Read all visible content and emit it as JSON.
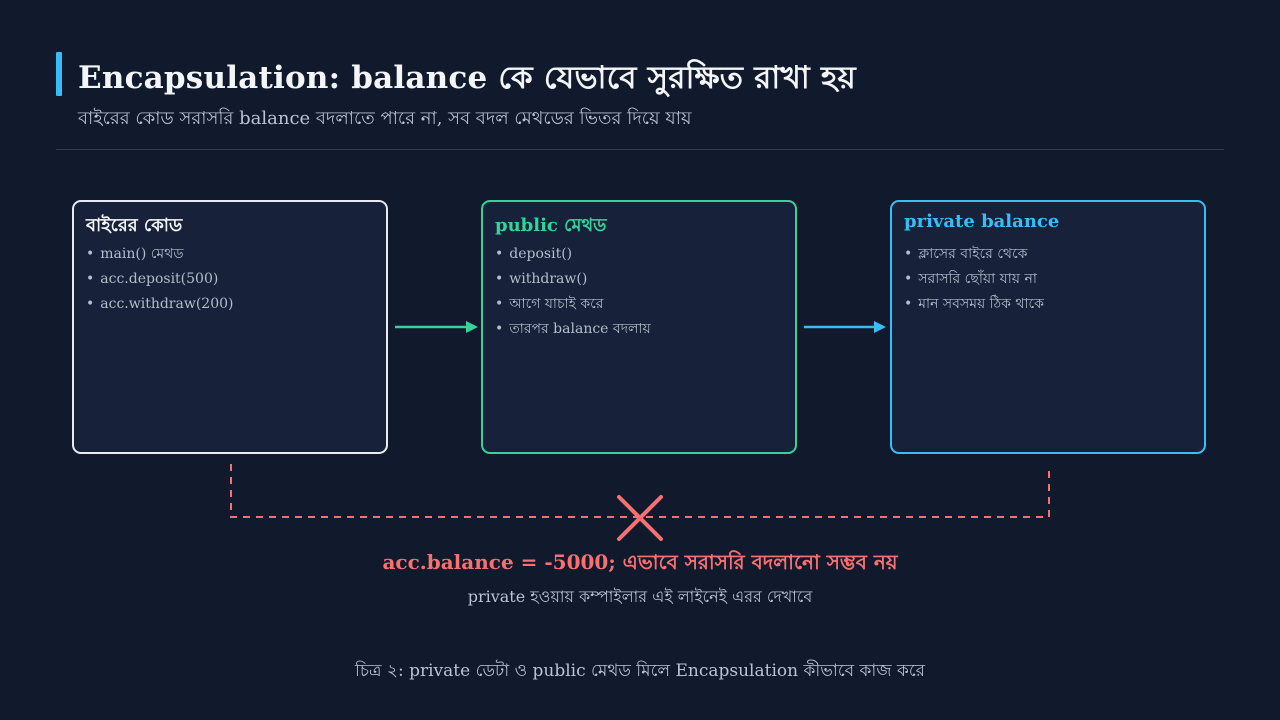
{
  "header": {
    "title": "Encapsulation: balance কে যেভাবে সুরক্ষিত রাখা হয়",
    "subtitle": "বাইরের কোড সরাসরি balance বদলাতে পারে না, সব বদল মেথডের ভিতর দিয়ে যায়"
  },
  "boxes": [
    {
      "title": "বাইরের কোড",
      "items": [
        "main() মেথড",
        "acc.deposit(500)",
        "acc.withdraw(200)"
      ]
    },
    {
      "title": "public মেথড",
      "items": [
        "deposit()",
        "withdraw()",
        "আগে যাচাই করে",
        "তারপর balance বদলায়"
      ]
    },
    {
      "title": "private balance",
      "items": [
        "ক্লাসের বাইরে থেকে",
        "সরাসরি ছোঁয়া যায় না",
        "মান সবসময় ঠিক থাকে"
      ]
    }
  ],
  "blocked": {
    "statement": "acc.balance = -5000; এভাবে সরাসরি বদলানো সম্ভব নয়",
    "note": "private হওয়ায় কম্পাইলার এই লাইনেই এরর দেখাবে"
  },
  "caption": "চিত্র ২: private ডেটা ও public মেথড মিলে Encapsulation কীভাবে কাজ করে",
  "colors": {
    "background": "#111a2c",
    "outside_code": "#e8ecf2",
    "public_method": "#34d399",
    "private_data": "#38bdf8",
    "error": "#f87171"
  }
}
